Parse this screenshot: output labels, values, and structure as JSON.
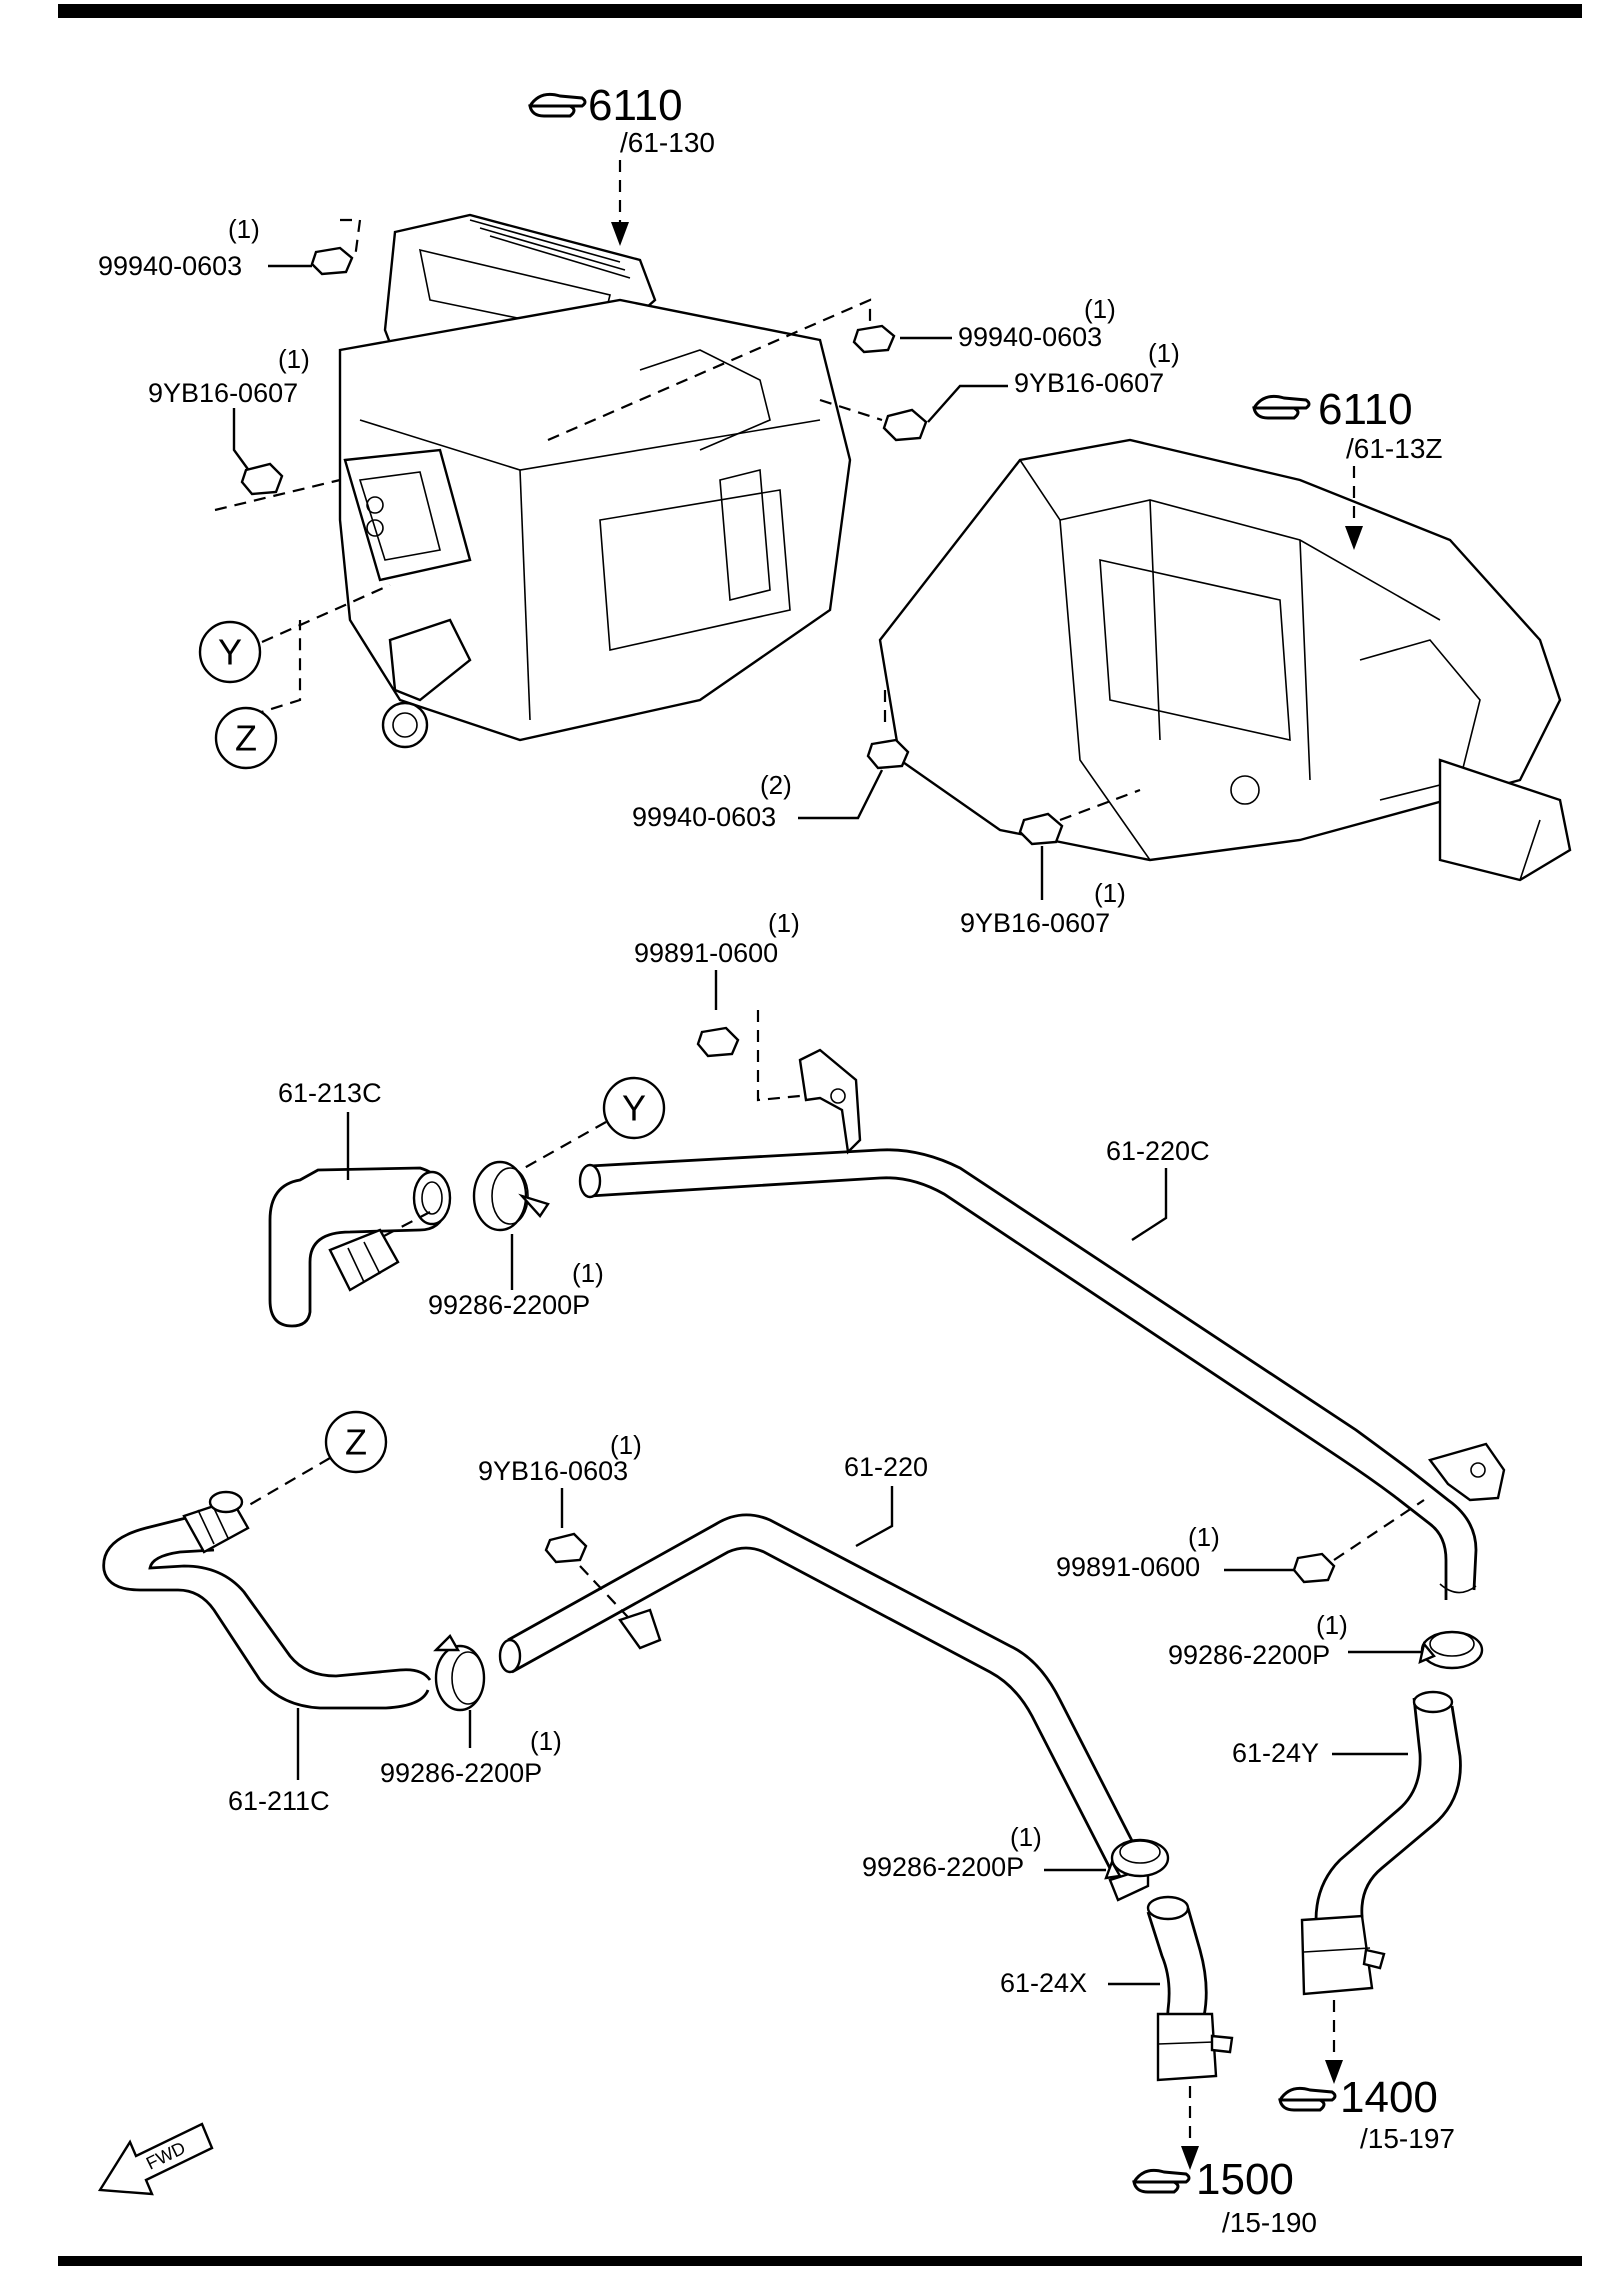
{
  "references": {
    "ref_upper_left": {
      "icon": "pointing-hand-icon",
      "group": "6110",
      "sub": "/61-130"
    },
    "ref_upper_right": {
      "icon": "pointing-hand-icon",
      "group": "6110",
      "sub": "/61-13Z"
    },
    "ref_lower_1400": {
      "icon": "pointing-hand-icon",
      "group": "1400",
      "sub": "/15-197"
    },
    "ref_lower_1500": {
      "icon": "pointing-hand-icon",
      "group": "1500",
      "sub": "/15-190"
    }
  },
  "callouts": {
    "y_upper": "Y",
    "z_upper": "Z",
    "y_lower": "Y",
    "z_lower": "Z"
  },
  "parts": {
    "p1": {
      "number": "99940-0603",
      "qty": "(1)"
    },
    "p2": {
      "number": "9YB16-0607",
      "qty": "(1)"
    },
    "p3": {
      "number": "99940-0603",
      "qty": "(1)"
    },
    "p4": {
      "number": "9YB16-0607",
      "qty": "(1)"
    },
    "p5": {
      "number": "99940-0603",
      "qty": "(2)"
    },
    "p6": {
      "number": "9YB16-0607",
      "qty": "(1)"
    },
    "p7": {
      "number": "99891-0600",
      "qty": "(1)"
    },
    "p8": {
      "number": "61-213C"
    },
    "p9": {
      "number": "99286-2200P",
      "qty": "(1)"
    },
    "p10": {
      "number": "61-220C"
    },
    "p11": {
      "number": "9YB16-0603",
      "qty": "(1)"
    },
    "p12": {
      "number": "61-220"
    },
    "p13": {
      "number": "99891-0600",
      "qty": "(1)"
    },
    "p14": {
      "number": "99286-2200P",
      "qty": "(1)"
    },
    "p15": {
      "number": "61-24Y"
    },
    "p16": {
      "number": "99286-2200P",
      "qty": "(1)"
    },
    "p17": {
      "number": "61-211C"
    },
    "p18": {
      "number": "99286-2200P",
      "qty": "(1)"
    },
    "p19": {
      "number": "61-24X"
    }
  },
  "fwd_label": "FWD"
}
